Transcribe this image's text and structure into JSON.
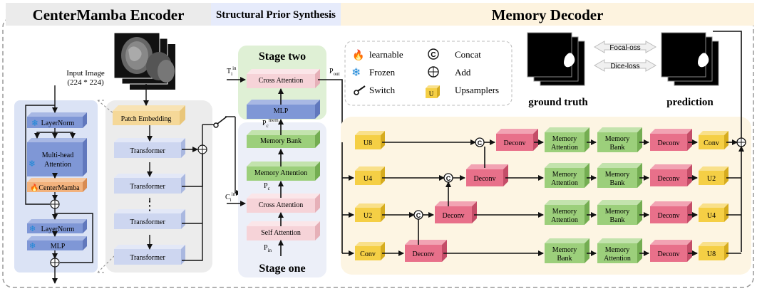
{
  "headers": {
    "encoder": "CenterMamba Encoder",
    "prior": "Structural Prior Synthesis",
    "decoder": "Memory Decoder"
  },
  "encoder": {
    "input_label_1": "Input Image",
    "input_label_2": "(224 * 224)",
    "block_layernorm1": "LayerNorm",
    "block_mha_1": "Multi-head",
    "block_mha_2": "Attention",
    "block_centermamba": "CenterMamba",
    "block_layernorm2": "LayerNorm",
    "block_mlp": "MLP",
    "patch_embedding": "Patch Embedding",
    "transformer": "Transformer",
    "dots": "⋮"
  },
  "prior": {
    "stage_two": "Stage two",
    "stage_one": "Stage one",
    "cross_attention": "Cross Attention",
    "mlp": "MLP",
    "memory_bank": "Memory Bank",
    "memory_attention": "Memory Attention",
    "self_attention": "Self Attention",
    "t_in": "T",
    "t_in_sub": "i",
    "t_in_sup": "in",
    "p_out": "P",
    "p_out_sub": "out",
    "p_c_mem": "P",
    "p_c_mem_sub": "c",
    "p_c_mem_sup": "mem",
    "c_in": "C",
    "c_in_sub": "i",
    "c_in_sup": "in",
    "p_c": "P",
    "p_c_sub": "c",
    "p_in": "P",
    "p_in_sub": "in"
  },
  "legend": {
    "learnable": "learnable",
    "frozen": "Frozen",
    "switch": "Switch",
    "concat": "Concat",
    "add": "Add",
    "upsamplers": "Upsamplers",
    "u_label": "U"
  },
  "decoder": {
    "ground_truth": "ground truth",
    "prediction": "prediction",
    "focal_loss": "Focal-oss",
    "dice_loss": "Dice-loss",
    "u8": "U8",
    "u4": "U4",
    "u2": "U2",
    "conv": "Conv",
    "deconv": "Deconv",
    "memory": "Memory",
    "attention": "Attention",
    "bank": "Bank"
  },
  "colors": {
    "blue_block": "#7f97d6",
    "blue_light": "#c9d4ef",
    "orange_block": "#f2b27d",
    "green_block": "#9ccf7b",
    "pink_block": "#e8708a",
    "yellow_block": "#f5cf45",
    "pink_light": "#f6d3d8",
    "enc_bg": "#dbe3f5",
    "trans_bg": "#ececec",
    "stage_two_bg": "#dff0d5",
    "stage_one_bg": "#eceff8",
    "decoder_bg": "#fdf5e3",
    "header_enc": "#ebebeb",
    "header_prior": "#e6ebfb",
    "header_dec": "#fdf3df"
  }
}
